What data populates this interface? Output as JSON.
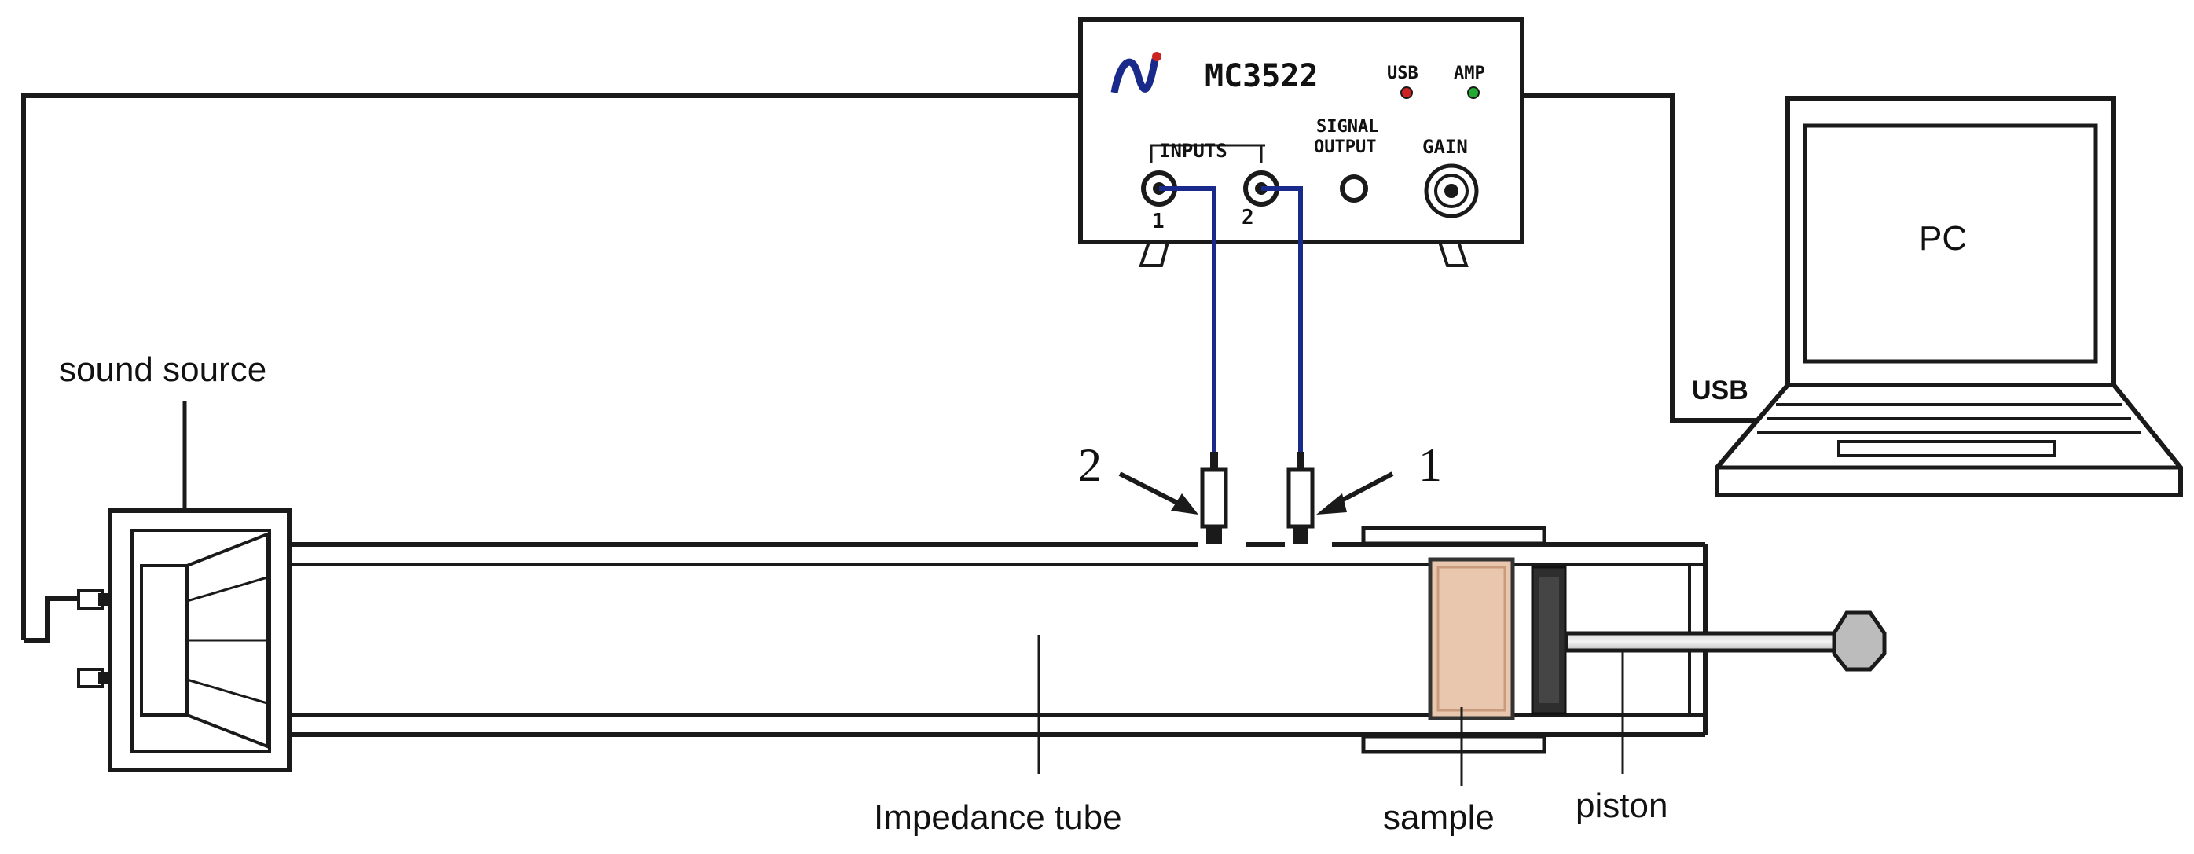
{
  "labels": {
    "sound_source": "sound source",
    "impedance_tube": "Impedance tube",
    "sample": "sample",
    "piston": "piston",
    "pc": "PC",
    "usb": "USB",
    "mic_1": "1",
    "mic_2": "2"
  },
  "device": {
    "model": "MC3522",
    "logo_text": "Ni",
    "usb_led": "USB",
    "amp_led": "AMP",
    "inputs": "INPUTS",
    "input_1": "1",
    "input_2": "2",
    "signal_output_line1": "SIGNAL",
    "signal_output_line2": "OUTPUT",
    "gain": "GAIN"
  },
  "colors": {
    "cable_blue": "#1a2a8a",
    "usb_led": "#cc2222",
    "amp_led": "#22aa33",
    "sample_fill": "#e8c7ae",
    "line": "#1a1a1a"
  }
}
